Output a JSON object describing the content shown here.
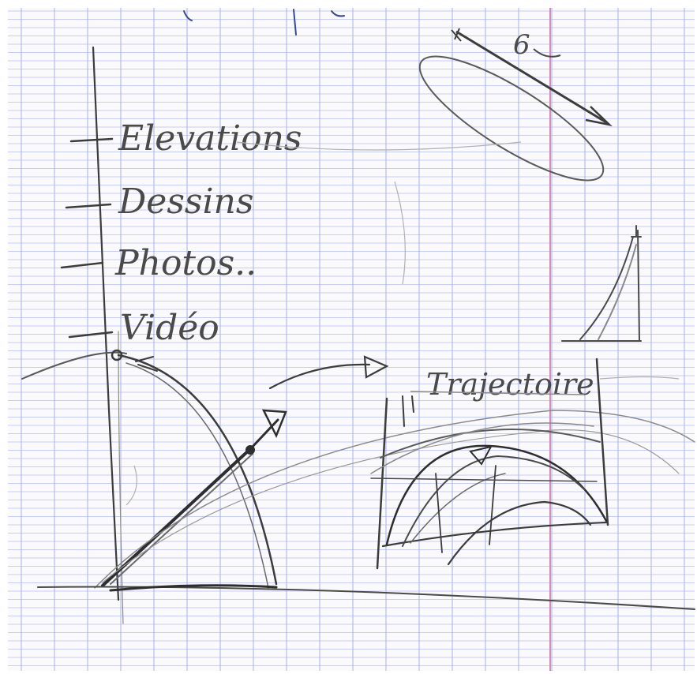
{
  "labels": {
    "item_1": "Elevations",
    "item_2": "Dessins",
    "item_3": "Photos..",
    "item_4": "Vidéo",
    "trajectory": "Trajectoire",
    "top_right": "6"
  },
  "colors": {
    "paper": "#fafafc",
    "grid_line": "#c9cdf0",
    "margin_line": "#d98bb8",
    "pencil": "#3c3c3c",
    "pencil_light": "#8a8a8a",
    "ink": "#3a4a8a"
  }
}
